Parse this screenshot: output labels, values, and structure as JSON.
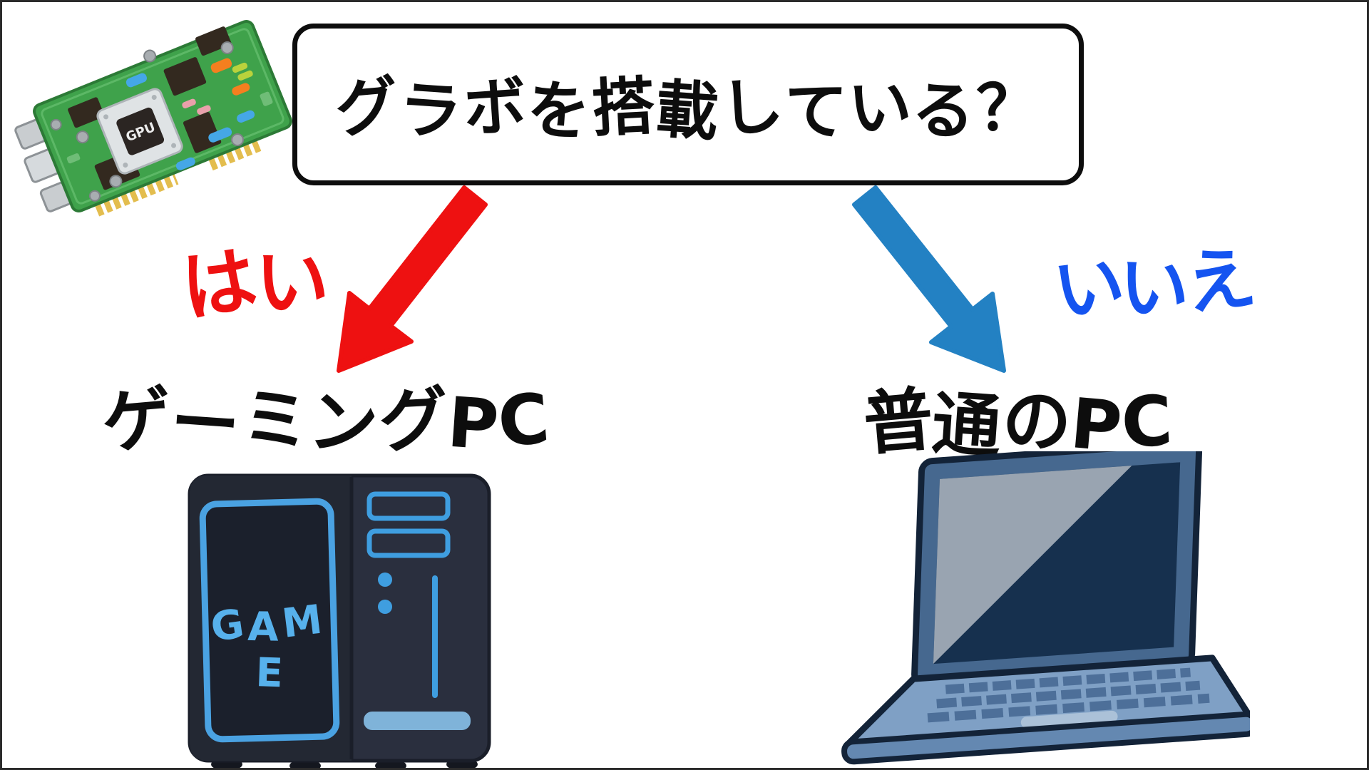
{
  "diagram": {
    "question": "グラボを搭載している？",
    "yes": {
      "label": "はい",
      "result": "ゲーミングPC"
    },
    "no": {
      "label": "いいえ",
      "result": "普通のPC"
    }
  },
  "illustrations": {
    "gpu_card": {
      "chip_label": "GPU"
    },
    "gaming_pc": {
      "front_label": "GAME"
    }
  },
  "colors": {
    "yes_accent": "#ee1111",
    "no_arrow": "#2381c3",
    "no_label": "#1554f0",
    "ink": "#0d0d0d",
    "background": "#ffffff"
  }
}
